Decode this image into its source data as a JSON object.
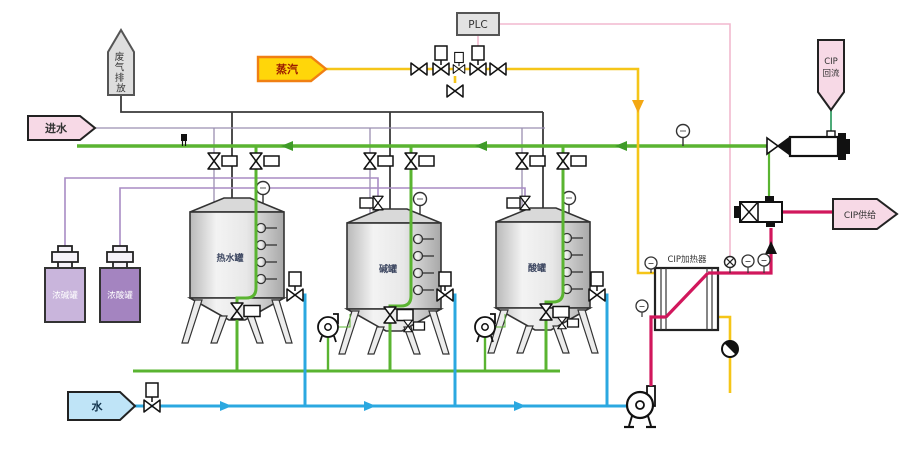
{
  "banners": {
    "waste_gas": {
      "label": "废气排放",
      "chars": [
        "废",
        "气",
        "排",
        "放"
      ]
    },
    "inlet_water": {
      "label": "进水"
    },
    "steam": {
      "label": "蒸汽"
    },
    "cip_return": {
      "line1": "CIP",
      "line2": "回流"
    },
    "cip_supply": {
      "label": "CIP供给"
    },
    "water": {
      "label": "水"
    }
  },
  "plc": {
    "label": "PLC"
  },
  "tanks": {
    "hot_water": {
      "label": "热水罐"
    },
    "alkali": {
      "label": "碱罐"
    },
    "acid": {
      "label": "酸罐"
    }
  },
  "dosing_tanks": {
    "conc_alkali": {
      "label": "浓碱罐"
    },
    "conc_acid": {
      "label": "浓酸罐"
    }
  },
  "heater": {
    "label": "CIP加热器"
  },
  "colors": {
    "green_line": "#5ab431",
    "yellow_line": "#f5c518",
    "blue_line": "#2ba8e0",
    "crimson_line": "#d1175c",
    "pink_signal": "#f2b9cf",
    "purple_line": "#a88cc4",
    "teal_line": "#3aa06a",
    "banner_pink": "#f7d9e6",
    "banner_yellow": "#ffd60a",
    "banner_yellow_border": "#f07f13",
    "banner_blue": "#bfe4f7",
    "banner_gray": "#e0e0e0",
    "tank_alkali_fill": "#c9b5dc",
    "tank_acid_fill": "#a484c0"
  }
}
